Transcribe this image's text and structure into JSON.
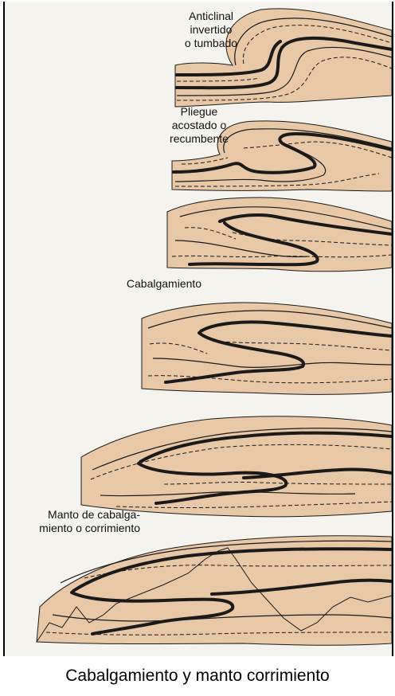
{
  "labels": {
    "anticlinal": [
      "Anticlinal",
      "invertido",
      "o tumbado"
    ],
    "pliegue": [
      "Pliegue",
      "acostado o",
      "recumbente"
    ],
    "cabalgamiento": [
      "Cabalgamiento"
    ],
    "manto": [
      "Manto de cabalga-",
      "miento o corrimiento"
    ]
  },
  "caption": "Cabalgamiento y manto corrimiento",
  "colors": {
    "rock": "#e8c8a6",
    "rock_dark": "#d9b08a",
    "stroke": "#1a1a1a",
    "page": "#f5f3ee"
  }
}
